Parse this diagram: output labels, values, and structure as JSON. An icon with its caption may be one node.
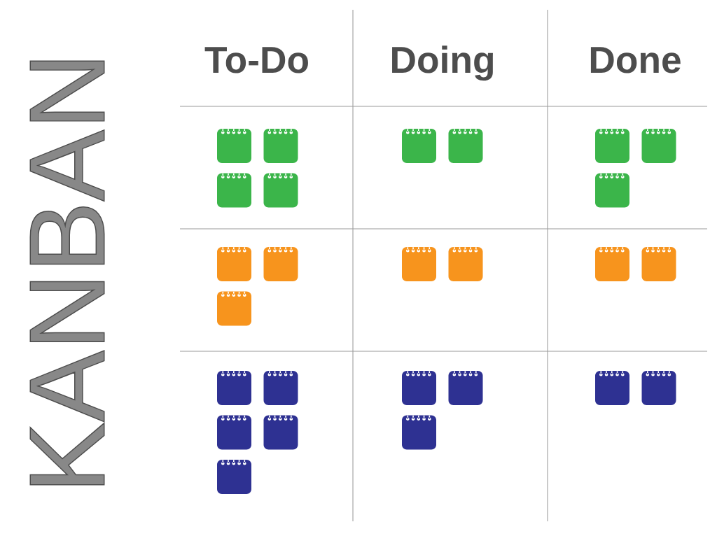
{
  "diagram": {
    "title": "KANBAN",
    "nodes": [
      {
        "text": [],
        "shape": "box"
      },
      {
        "text": [],
        "shape": "box"
      },
      {
        "text": [],
        "shape": "box"
      },
      {
        "text": [],
        "shape": "box"
      },
      {
        "text": [],
        "shape": "box"
      },
      {
        "text": [],
        "shape": "box"
      },
      {
        "text": [],
        "shape": "box"
      },
      {
        "text": [],
        "shape": "box"
      },
      {
        "text": [],
        "shape": "box"
      },
      {
        "text": [],
        "shape": "box"
      },
      {
        "text": [],
        "shape": "box"
      },
      {
        "text": [],
        "shape": "box"
      },
      {
        "text": [],
        "shape": "box"
      },
      {
        "text": [],
        "shape": "box"
      },
      {
        "text": [],
        "shape": "box"
      },
      {
        "text": [],
        "shape": "box"
      },
      {
        "text": [],
        "shape": "box"
      },
      {
        "text": [],
        "shape": "box"
      },
      {
        "text": [],
        "shape": "box"
      },
      {
        "text": [],
        "shape": "box"
      },
      {
        "text": [],
        "shape": "box"
      },
      {
        "text": [],
        "shape": "box"
      },
      {
        "text": [],
        "shape": "box"
      },
      {
        "text": [],
        "shape": "box"
      },
      {
        "text": [],
        "shape": "box"
      },
      {
        "text": [],
        "shape": "box"
      }
    ],
    "labels": [
      "To-Do",
      "Doing",
      "Done"
    ]
  }
}
